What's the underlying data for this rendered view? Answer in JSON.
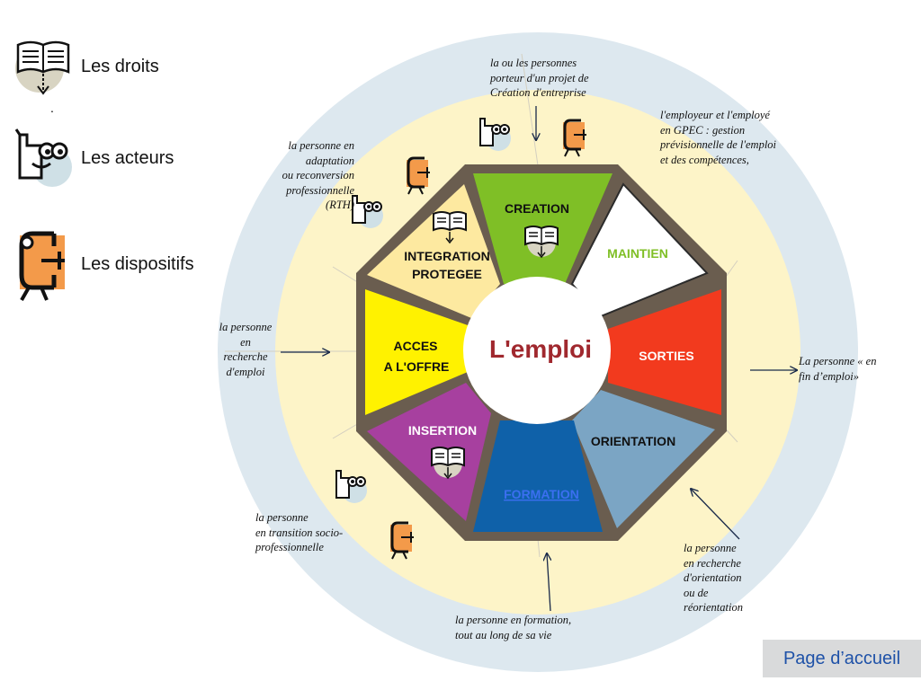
{
  "legend": {
    "rights_label": "Les droits",
    "actors_label": "Les acteurs",
    "devices_label": "Les dispositifs",
    "dot": "."
  },
  "center_label": "L'emploi",
  "sectors": {
    "creation": "CREATION",
    "maintien": "MAINTIEN",
    "sorties": "SORTIES",
    "orientation": "ORIENTATION",
    "formation": "FORMATION",
    "insertion": "INSERTION",
    "acces_line1": "ACCES",
    "acces_line2": "A L'OFFRE",
    "integration_line1": "INTEGRATION",
    "integration_line2": "PROTEGEE"
  },
  "colors": {
    "creation": "#7fbf26",
    "maintien": "#ffffff",
    "sorties": "#f23a1e",
    "orientation": "#7ba5c4",
    "formation": "#0f61a9",
    "insertion": "#a7409f",
    "acces": "#fff200",
    "integration": "#fde9a0",
    "frame": "#6a5d4f",
    "outer_ring": "#dde8ef",
    "inner_ring": "#fdf4c8",
    "center_text": "#a0282e",
    "maintien_text": "#7fbf26"
  },
  "notes": {
    "creation": "la ou les personnes\nporteur d'un projet de\nCréation d'entreprise",
    "gpec": "l'employeur et l'employé\n    en GPEC : gestion\n          prévisionnelle de l'emploi\n               et des compétences,",
    "adaptation": "la personne en\nadaptation\nou reconversion\nprofessionnelle\n(RTH)",
    "recherche": "la personne\nen\nrecherche\nd'emploi",
    "fin": "La personne  « en\nfin d’emploi»",
    "transition": "la personne\nen transition socio-\nprofessionnelle",
    "orientation": "la personne\nen recherche\nd'orientation\nou de\nréorientation",
    "formation": "la personne en formation,\ntout au long de sa vie"
  },
  "icons": [
    "book-icon",
    "actor-icon",
    "device-clamp-icon"
  ],
  "home_button": "Page d’accueil"
}
